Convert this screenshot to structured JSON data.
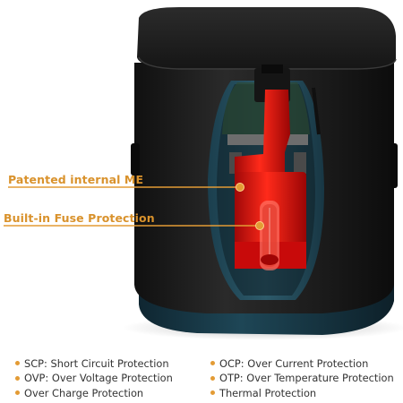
{
  "callouts": {
    "internal_me": "Patented internal ME",
    "fuse": "Built-in Fuse Protection"
  },
  "features": [
    "SCP: Short Circuit Protection",
    "OCP: Over Current Protection",
    "OVP: Over Voltage Protection",
    "OTP: Over Temperature Protection",
    "Over Charge Protection",
    "Thermal Protection"
  ],
  "colors": {
    "accent_orange": "#e39b35",
    "label_orange": "#d9922c",
    "body_black": "#1a1a1a",
    "base_teal": "#173a48",
    "internal_red": "#e01010"
  }
}
